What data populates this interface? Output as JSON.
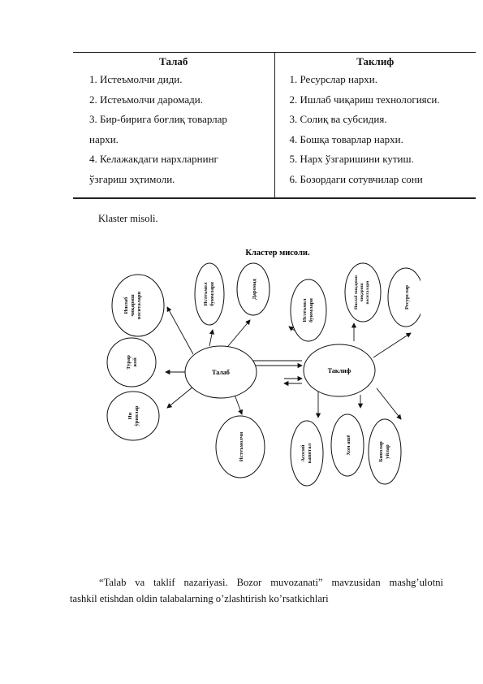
{
  "table": {
    "left_header": "Талаб",
    "right_header": "Таклиф",
    "left_items": [
      "1. Истеъмолчи диди.",
      "2. Истеъмолчи даромади.",
      "3. Бир-бирига боғлиқ товарлар",
      "нархи.",
      "4. Келажакдаги нархларнинг",
      "ўзгариш эҳтимоли."
    ],
    "right_items": [
      "1. Ресурслар нархи.",
      "2. Ишлаб чиқариш технологияси.",
      "3. Солиқ ва субсидия.",
      "4. Бошқа товарлар нархи.",
      "5. Нарх ўзгаришини кутиш.",
      "6. Бозордаги сотувчилар сони"
    ]
  },
  "klaster_label": "Klaster misoli.",
  "diagram": {
    "title": "Кластер мисоли.",
    "center_left": "Талаб",
    "center_right": "Таклиф",
    "left_nodes": {
      "n1": [
        "Ишлаб",
        "чиқариш",
        "воситалари"
      ],
      "n2": [
        "Истеъмол",
        "буюмлари"
      ],
      "n3": "Даромад",
      "n4": [
        "Турар",
        "жой"
      ],
      "n5": [
        "Ин",
        "ўринлар"
      ],
      "n6": "Истеъмолчи"
    },
    "right_nodes": {
      "n1": [
        "Истеъмол",
        "буюмлари"
      ],
      "n2": [
        "Ишлаб чиқариш",
        "чиқариш",
        "воситалари"
      ],
      "n3": "Ресурслар",
      "n4": [
        "Асосий",
        "капитал"
      ],
      "n5": "Хом ашё",
      "n6": [
        "Бинолар",
        "уйлар"
      ]
    }
  },
  "paragraph": {
    "line1": "“Talab va taklif nazariyasi. Bozor muvozanati” mavzusidan mashg’ulotni",
    "line2": "tashkil etishdan oldin talabalarning o’zlashtirish ko’rsatkichlari"
  }
}
